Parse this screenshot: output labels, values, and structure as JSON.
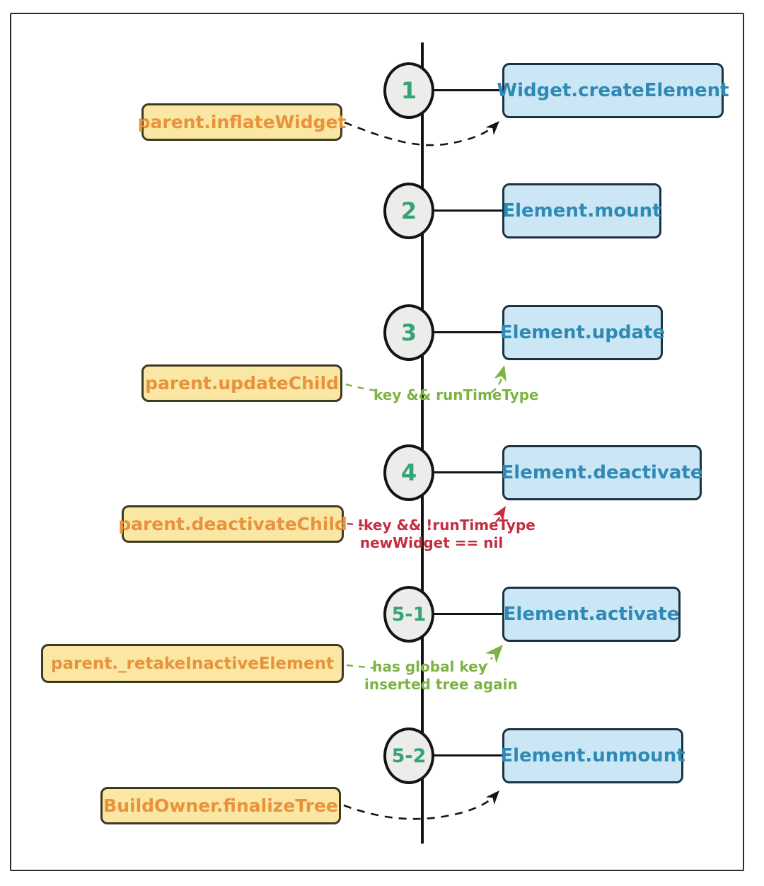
{
  "steps": [
    {
      "num": "1",
      "method": "Widget.createElement"
    },
    {
      "num": "2",
      "method": "Element.mount"
    },
    {
      "num": "3",
      "method": "Element.update"
    },
    {
      "num": "4",
      "method": "Element.deactivate"
    },
    {
      "num": "5-1",
      "method": "Element.activate"
    },
    {
      "num": "5-2",
      "method": "Element.unmount"
    }
  ],
  "callers": [
    {
      "label": "parent.inflateWidget"
    },
    {
      "label": "parent.updateChild"
    },
    {
      "label": "parent.deactivateChild"
    },
    {
      "label": "parent._retakeInactiveElement"
    },
    {
      "label": "BuildOwner.finalizeTree"
    }
  ],
  "annotations": {
    "update_condition": "key && runTimeType",
    "deactivate_condition_line1": "!key && !runTimeType",
    "deactivate_condition_line2": "newWidget == nil",
    "activate_condition_line1": "has global key",
    "activate_condition_line2": "inserted tree again"
  },
  "colors": {
    "method_box_fill": "#cbe6f4",
    "method_box_border": "#1b3242",
    "method_text": "#2e8ab5",
    "caller_box_fill": "#fae7a3",
    "caller_box_border": "#3e3a20",
    "caller_text": "#e8923c",
    "step_number_green": "#35a277",
    "annotation_green": "#7cb342",
    "annotation_red": "#c22e40",
    "line_black": "#141414"
  }
}
